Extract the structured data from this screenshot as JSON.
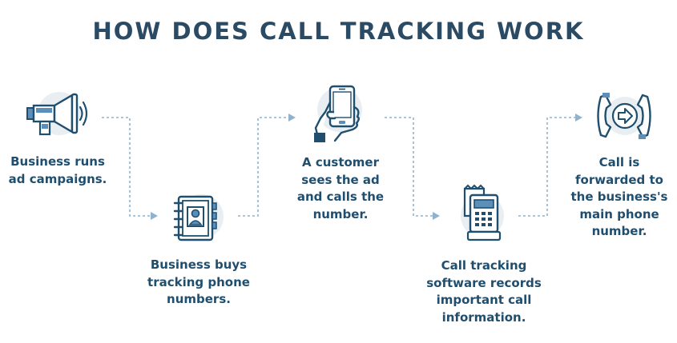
{
  "title": "HOW DOES CALL TRACKING WORK",
  "colors": {
    "primary": "#1f4e6e",
    "accent": "#5b8fb9",
    "circle": "#e9eef2",
    "connector": "#8fb3cf"
  },
  "steps": [
    {
      "icon": "megaphone-icon",
      "label": "Business runs\nad campaigns."
    },
    {
      "icon": "address-book-icon",
      "label": "Business buys\ntracking phone\nnumbers."
    },
    {
      "icon": "hand-smartphone-icon",
      "label": "A customer\nsees the ad\nand calls the\nnumber."
    },
    {
      "icon": "receipt-register-icon",
      "label": "Call tracking\nsoftware records\nimportant call\ninformation."
    },
    {
      "icon": "call-forward-icon",
      "label": "Call is\nforwarded to\nthe business's\nmain phone\nnumber."
    }
  ]
}
